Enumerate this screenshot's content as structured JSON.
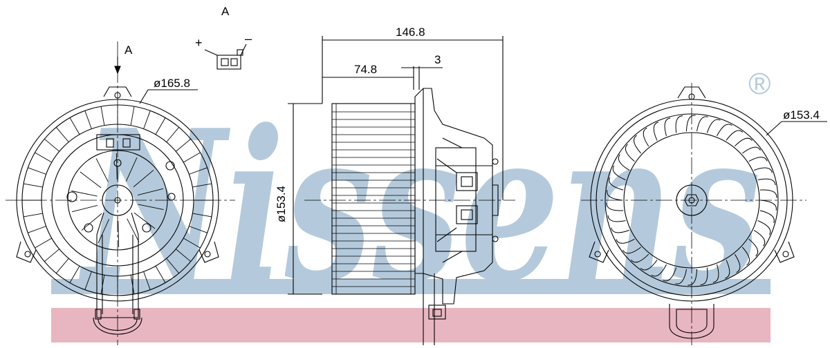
{
  "watermark": {
    "brand": "Nissens",
    "registered_mark": "®",
    "band_color": "#e8b6c1",
    "text_color": "#b4cadc"
  },
  "left_view": {
    "view_label": "A",
    "diameter_label": "ø165.8"
  },
  "connector": {
    "view_label": "A",
    "plus_label": "+",
    "minus_label": "–"
  },
  "side_view": {
    "overall_length": "146.8",
    "wheel_length": "74.8",
    "gap": "3",
    "diameter_label": "ø153.4"
  },
  "right_view": {
    "diameter_label": "ø153.4"
  }
}
